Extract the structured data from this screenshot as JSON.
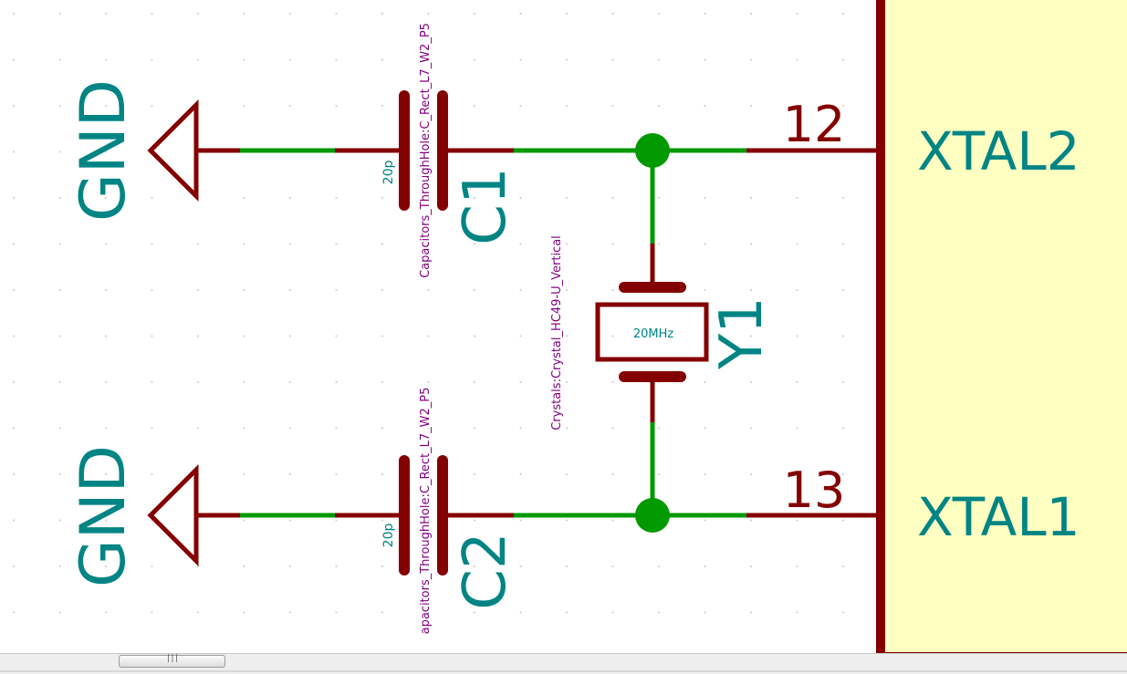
{
  "colors": {
    "background": "#ffffff",
    "grid_dot": "#c8c8c8",
    "wire": "#009900",
    "junction": "#009900",
    "component": "#840000",
    "reference": "#008484",
    "footprint": "#840084",
    "ic_body": "#ffffc2"
  },
  "power_symbols": [
    {
      "label": "GND"
    },
    {
      "label": "GND"
    }
  ],
  "capacitors": [
    {
      "reference": "C1",
      "value": "20p",
      "footprint": "Capacitors_ThroughHole:C_Rect_L7_W2_P5"
    },
    {
      "reference": "C2",
      "value": "20p",
      "footprint": "apacitors_ThroughHole:C_Rect_L7_W2_P5"
    }
  ],
  "crystal": {
    "reference": "Y1",
    "value": "20MHz",
    "footprint": "Crystals:Crystal_HC49-U_Vertical"
  },
  "ic": {
    "pins": [
      {
        "number": "12",
        "name": "XTAL2"
      },
      {
        "number": "13",
        "name": "XTAL1"
      }
    ]
  },
  "scrollbar": {
    "grip": "|||"
  }
}
